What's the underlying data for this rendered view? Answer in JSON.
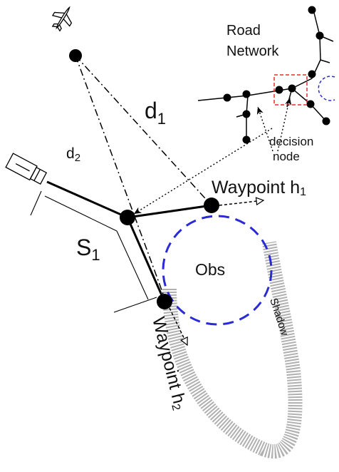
{
  "labels": {
    "road_network_line1": "Road",
    "road_network_line2": "Network",
    "d1_main": "d",
    "d1_sub": "1",
    "d2_main": "d",
    "d2_sub": "2",
    "decision_line1": "decision",
    "decision_line2": "node",
    "waypoint_h1_main": "Waypoint h",
    "waypoint_h1_sub": "1",
    "s1_main": "S",
    "s1_sub": "1",
    "obs": "Obs",
    "shadow": "Shadow",
    "waypoint_h2_main": "Waypoint h",
    "waypoint_h2_sub": "2"
  },
  "icons": {
    "aircraft": "airplane-icon",
    "vehicle": "truck-icon"
  },
  "colors": {
    "obstacle_circle": "#2a2ad6",
    "decision_box": "#e03030",
    "shadow_hatch": "#b0b0b0",
    "nodes": "#000000"
  }
}
